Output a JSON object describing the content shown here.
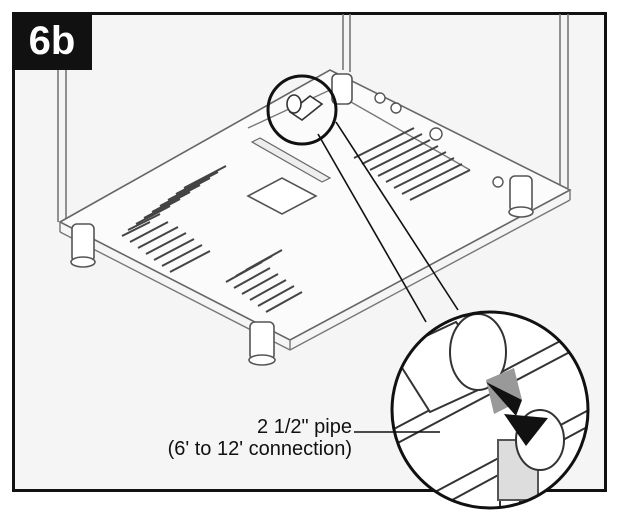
{
  "step": {
    "label": "6b"
  },
  "callout": {
    "line1": "2 1/2\" pipe",
    "line2": "(6' to 12' connection)"
  },
  "colors": {
    "frame": "#111111",
    "badge_bg": "#111111",
    "badge_text": "#ffffff",
    "stroke": "#555555",
    "arrow": "#111111",
    "arrow_shade": "#888888",
    "background": "#f5f5f5"
  }
}
